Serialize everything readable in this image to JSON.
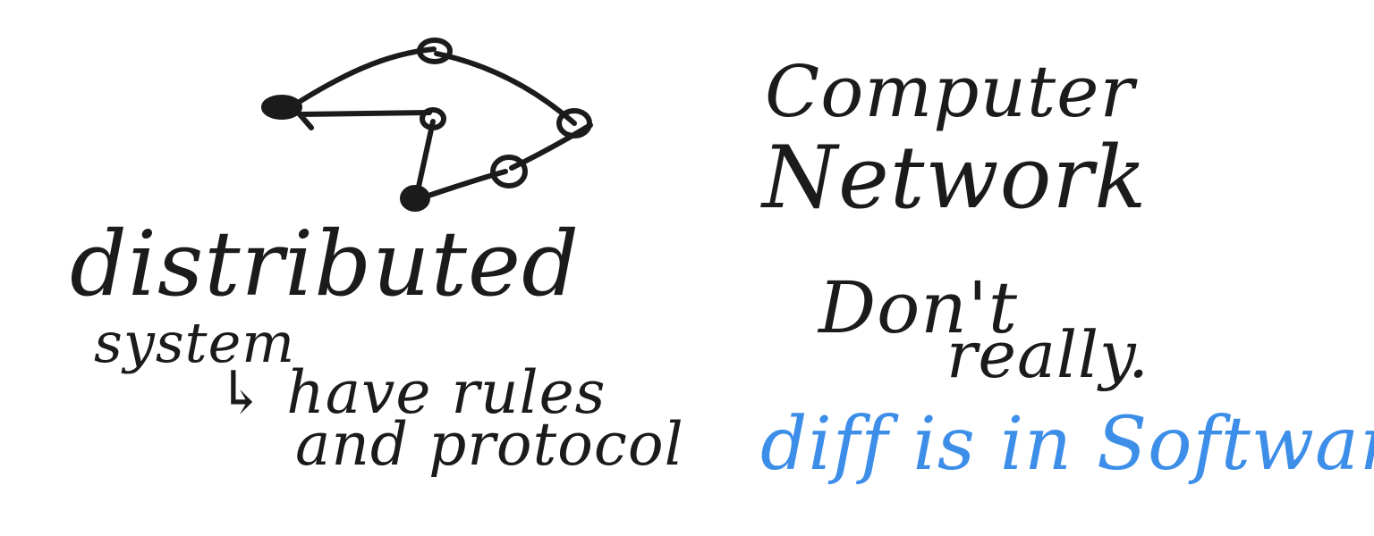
{
  "whiteboard": {
    "ink_color": "#1b1b1b",
    "accent_color": "#3d8ee8",
    "left": {
      "line1": "distributed",
      "line2": "system",
      "line3": "↳ have rules",
      "line4": "and protocol"
    },
    "right": {
      "line1": "Computer",
      "line2": "Network",
      "line3": "Don't",
      "line4": "really.",
      "line5": "diff is in Software."
    }
  }
}
